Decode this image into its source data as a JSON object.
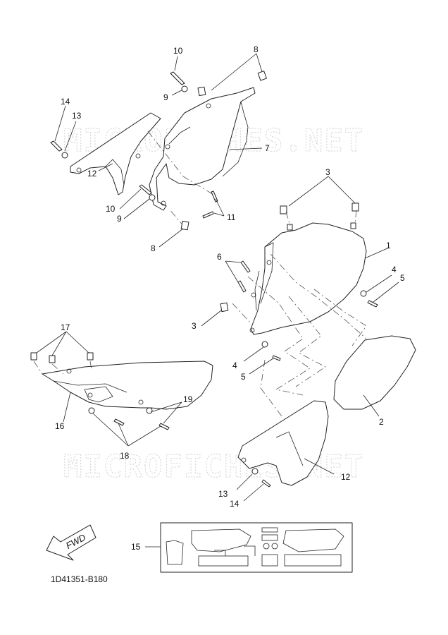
{
  "watermark": "MICROFICHES.NET",
  "diagram_code": "1D41351-B180",
  "fwd_label": "FWD",
  "callouts": {
    "c1": "1",
    "c2": "2",
    "c3a": "3",
    "c3b": "3",
    "c4a": "4",
    "c4b": "4",
    "c5a": "5",
    "c5b": "5",
    "c6": "6",
    "c7": "7",
    "c8a": "8",
    "c8b": "8",
    "c9a": "9",
    "c9b": "9",
    "c10a": "10",
    "c10b": "10",
    "c11": "11",
    "c12a": "12",
    "c12b": "12",
    "c13a": "13",
    "c13b": "13",
    "c14a": "14",
    "c14b": "14",
    "c15": "15",
    "c16": "16",
    "c17": "17",
    "c18": "18",
    "c19": "19"
  }
}
